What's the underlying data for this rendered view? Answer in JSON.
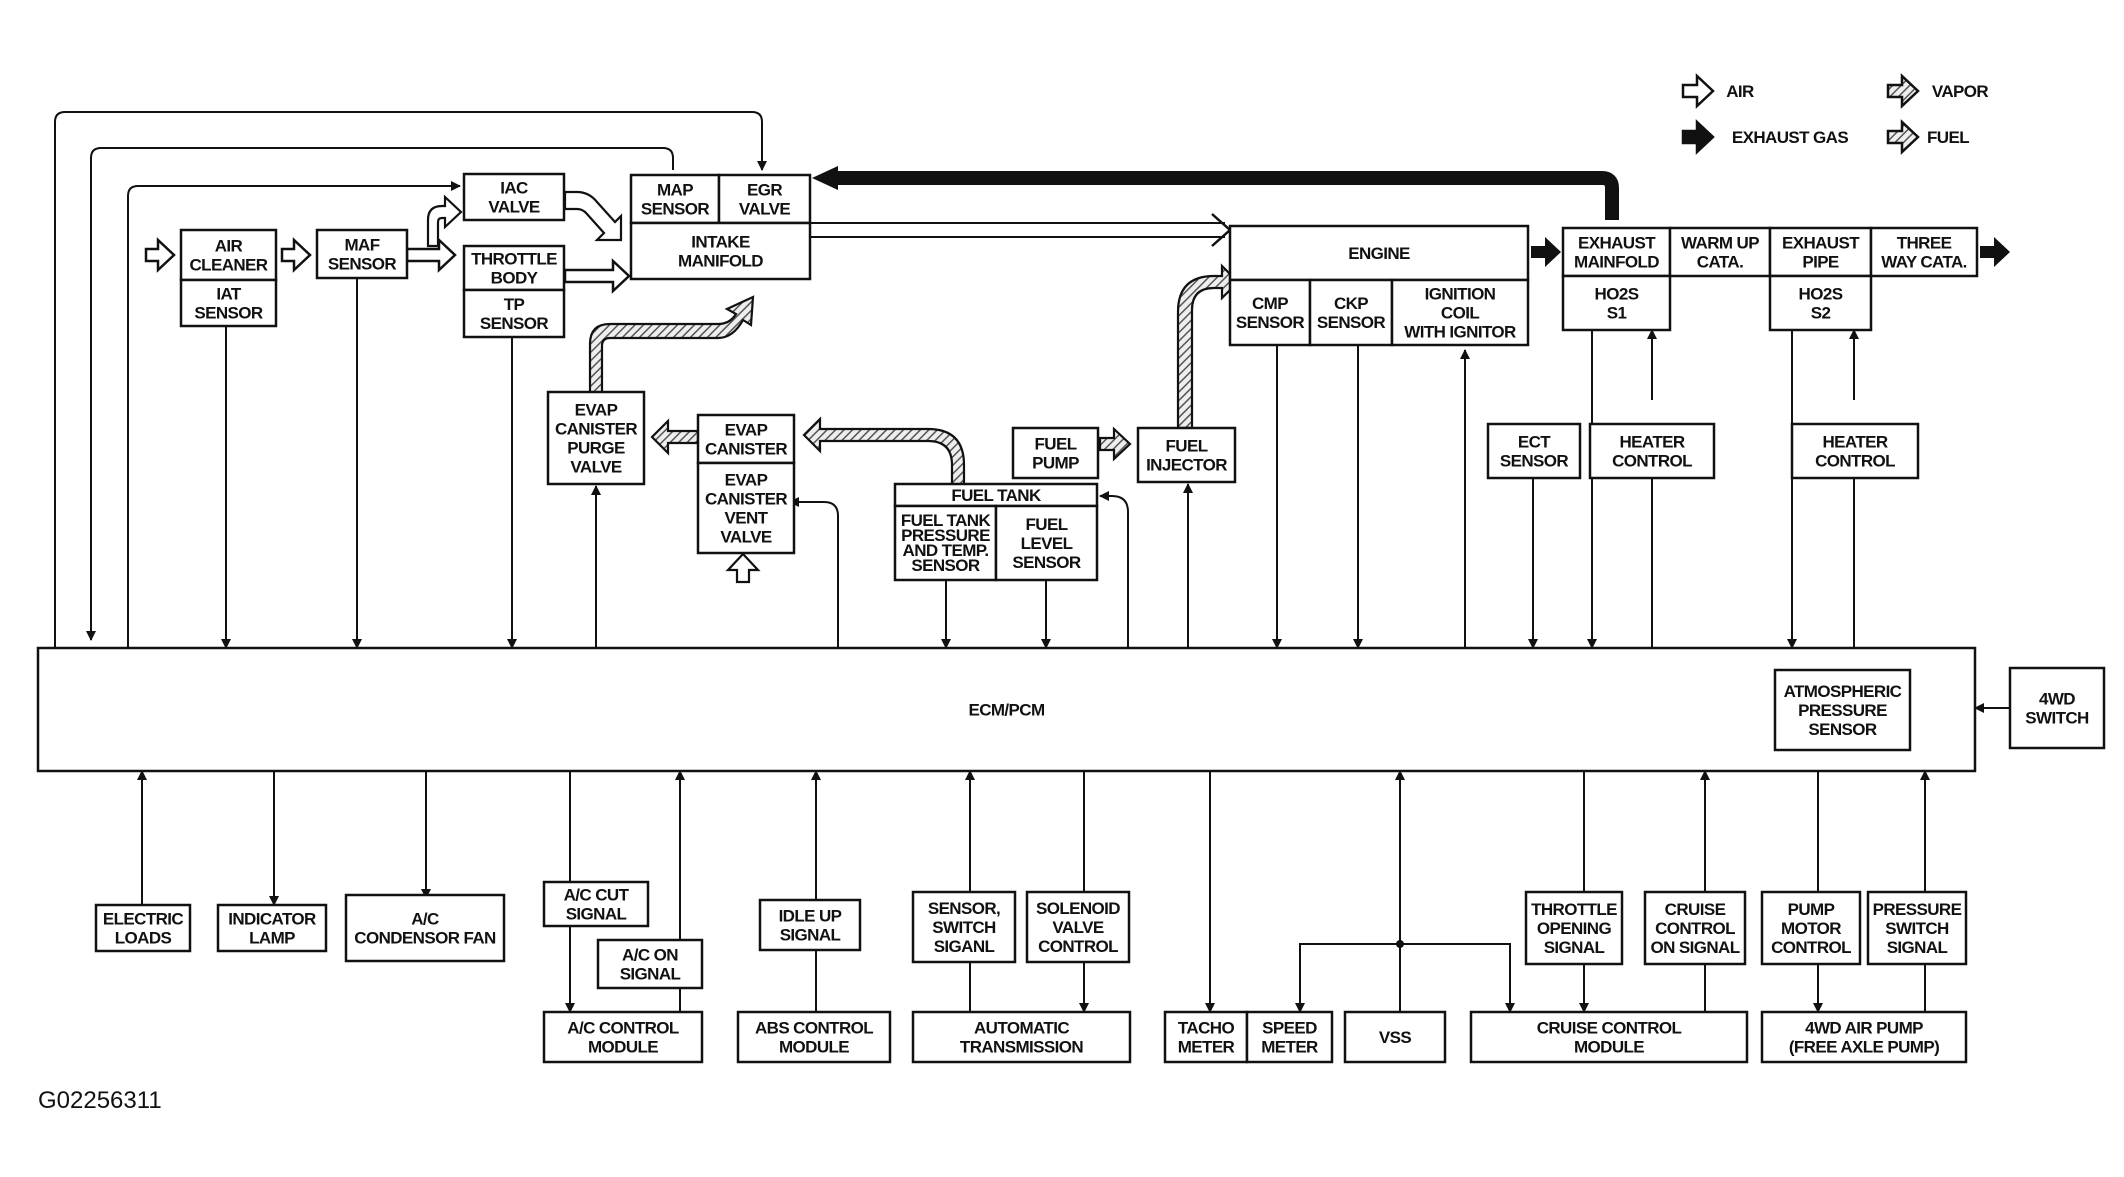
{
  "legend": {
    "air": "AIR",
    "vapor": "VAPOR",
    "exhaust_gas": "EXHAUST GAS",
    "fuel": "FUEL"
  },
  "nodes": {
    "air_cleaner": [
      "AIR",
      "CLEANER"
    ],
    "iat_sensor": [
      "IAT",
      "SENSOR"
    ],
    "maf_sensor": [
      "MAF",
      "SENSOR"
    ],
    "iac_valve": [
      "IAC",
      "VALVE"
    ],
    "throttle_body": [
      "THROTTLE",
      "BODY"
    ],
    "tp_sensor": [
      "TP",
      "SENSOR"
    ],
    "map_sensor": [
      "MAP",
      "SENSOR"
    ],
    "egr_valve": [
      "EGR",
      "VALVE"
    ],
    "intake_manifold": [
      "INTAKE",
      "MANIFOLD"
    ],
    "engine": [
      "ENGINE"
    ],
    "cmp_sensor": [
      "CMP",
      "SENSOR"
    ],
    "ckp_sensor": [
      "CKP",
      "SENSOR"
    ],
    "ignition_coil": [
      "IGNITION",
      "COIL",
      "WITH IGNITOR"
    ],
    "exhaust_manifold": [
      "EXHAUST",
      "MAINFOLD"
    ],
    "warm_up_cata": [
      "WARM UP",
      "CATA."
    ],
    "exhaust_pipe": [
      "EXHAUST",
      "PIPE"
    ],
    "three_way_cata": [
      "THREE",
      "WAY CATA."
    ],
    "ho2s_s1": [
      "HO2S",
      "S1"
    ],
    "ho2s_s2": [
      "HO2S",
      "S2"
    ],
    "evap_purge_valve": [
      "EVAP",
      "CANISTER",
      "PURGE",
      "VALVE"
    ],
    "evap_canister": [
      "EVAP",
      "CANISTER"
    ],
    "evap_vent_valve": [
      "EVAP",
      "CANISTER",
      "VENT",
      "VALVE"
    ],
    "fuel_pump": [
      "FUEL",
      "PUMP"
    ],
    "fuel_tank": [
      "FUEL TANK"
    ],
    "fuel_tank_pressure_sensor": [
      "FUEL TANK",
      "PRESSURE",
      "AND TEMP.",
      "SENSOR"
    ],
    "fuel_level_sensor": [
      "FUEL",
      "LEVEL",
      "SENSOR"
    ],
    "fuel_injector": [
      "FUEL",
      "INJECTOR"
    ],
    "ect_sensor": [
      "ECT",
      "SENSOR"
    ],
    "heater_control_1": [
      "HEATER",
      "CONTROL"
    ],
    "heater_control_2": [
      "HEATER",
      "CONTROL"
    ],
    "ecm_pcm": [
      "ECM/PCM"
    ],
    "atmospheric_pressure_sensor": [
      "ATMOSPHERIC",
      "PRESSURE",
      "SENSOR"
    ],
    "4wd_switch": [
      "4WD",
      "SWITCH"
    ],
    "electric_loads": [
      "ELECTRIC",
      "LOADS"
    ],
    "indicator_lamp": [
      "INDICATOR",
      "LAMP"
    ],
    "ac_condensor_fan": [
      "A/C",
      "CONDENSOR FAN"
    ],
    "ac_cut_signal": [
      "A/C CUT",
      "SIGNAL"
    ],
    "ac_on_signal": [
      "A/C ON",
      "SIGNAL"
    ],
    "ac_control_module": [
      "A/C CONTROL",
      "MODULE"
    ],
    "idle_up_signal": [
      "IDLE UP",
      "SIGNAL"
    ],
    "abs_control_module": [
      "ABS CONTROL",
      "MODULE"
    ],
    "sensor_switch_signal": [
      "SENSOR,",
      "SWITCH",
      "SIGANL"
    ],
    "solenoid_valve_control": [
      "SOLENOID",
      "VALVE",
      "CONTROL"
    ],
    "automatic_transmission": [
      "AUTOMATIC",
      "TRANSMISSION"
    ],
    "tacho_meter": [
      "TACHO",
      "METER"
    ],
    "speed_meter": [
      "SPEED",
      "METER"
    ],
    "vss": [
      "VSS"
    ],
    "throttle_opening_signal": [
      "THROTTLE",
      "OPENING",
      "SIGNAL"
    ],
    "cruise_control_on_signal": [
      "CRUISE",
      "CONTROL",
      "ON SIGNAL"
    ],
    "cruise_control_module": [
      "CRUISE CONTROL",
      "MODULE"
    ],
    "pump_motor_control": [
      "PUMP",
      "MOTOR",
      "CONTROL"
    ],
    "pressure_switch_signal": [
      "PRESSURE",
      "SWITCH",
      "SIGNAL"
    ],
    "4wd_air_pump": [
      "4WD AIR PUMP",
      "(FREE AXLE PUMP)"
    ]
  },
  "figure_code": "G02256311"
}
